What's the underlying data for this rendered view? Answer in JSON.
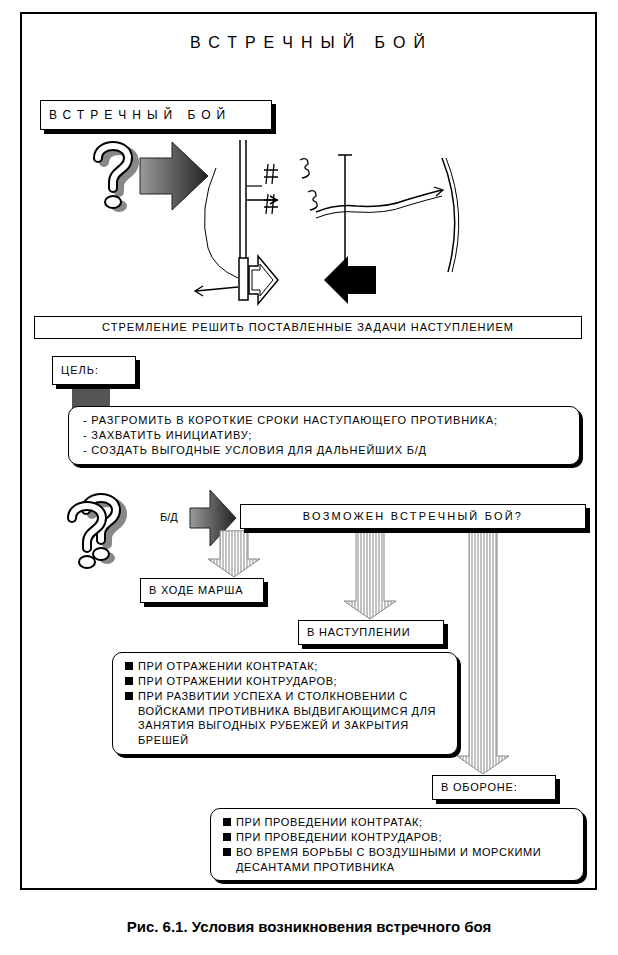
{
  "diagram": {
    "title": "ВСТРЕЧНЫЙ БОЙ",
    "caption": "Рис. 6.1. Условия возникновения встречного боя",
    "nodes": [
      {
        "text": [
          "ВСТРЕЧНЫЙ БОЙ"
        ]
      },
      {
        "text": [
          "СТРЕМЛЕНИЕ РЕШИТЬ ПОСТАВЛЕННЫЕ ЗАДАЧИ НАСТУПЛЕНИЕМ"
        ]
      },
      {
        "text": [
          "ЦЕЛЬ:"
        ]
      },
      {
        "text": [
          "- РАЗГРОМИТЬ В КОРОТКИЕ СРОКИ НАСТУПАЮЩЕГО ПРОТИВНИКА;",
          "- ЗАХВАТИТЬ ИНИЦИАТИВУ;",
          "- СОЗДАТЬ ВЫГОДНЫЕ УСЛОВИЯ ДЛЯ ДАЛЬНЕЙШИХ Б/Д"
        ]
      },
      {
        "text": [
          "ВОЗМОЖЕН ВСТРЕЧНЫЙ БОЙ?"
        ]
      },
      {
        "text": [
          "В ХОДЕ МАРША"
        ]
      },
      {
        "text": [
          "В НАСТУПЛЕНИИ"
        ]
      },
      {
        "text": [
          "ПРИ ОТРАЖЕНИИ КОНТРАТАК;",
          "ПРИ ОТРАЖЕНИИ КОНТРУДАРОВ;",
          "ПРИ РАЗВИТИИ УСПЕХА И СТОЛКНОВЕНИИ С ВОЙСКАМИ ПРОТИВНИКА ВЫДВИГАЮЩИМСЯ ДЛЯ ЗАНЯТИЯ ВЫГОДНЫХ РУБЕЖЕЙ И ЗАКРЫТИЯ БРЕШЕЙ"
        ]
      },
      {
        "text": [
          "В ОБОРОНЕ:"
        ]
      },
      {
        "text": [
          "ПРИ ПРОВЕДЕНИИ КОНТРАТАК;",
          "ПРИ ПРОВЕДЕНИИ КОНТРУДАРОВ;",
          "ВО ВРЕМЯ БОРЬБЫ С ВОЗДУШНЫМИ И МОРСКИМИ ДЕСАНТАМИ ПРОТИВНИКА"
        ]
      }
    ],
    "edges": [
      {
        "from": 4,
        "to": 5,
        "arrow": "to"
      },
      {
        "from": 4,
        "to": 6,
        "arrow": "to"
      },
      {
        "from": 4,
        "to": 8,
        "arrow": "to"
      }
    ],
    "labels": [
      "Б/Д"
    ]
  }
}
